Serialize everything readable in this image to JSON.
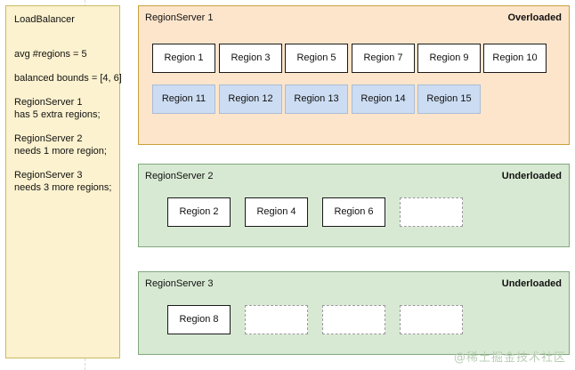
{
  "colors": {
    "sidebar_bg": "#fcf2cf",
    "sidebar_border": "#c9b961",
    "overloaded_bg": "#fce5cb",
    "overloaded_border": "#c9a13d",
    "underloaded_bg": "#d8e9d3",
    "underloaded_border": "#80a87b",
    "region_blue_bg": "#ccdcf2",
    "region_blue_border": "#a9bdd6",
    "region_solid_border": "#1a1a1a",
    "placeholder_border": "#9a9a9a",
    "watermark": "#b9cdb4"
  },
  "sidebar": {
    "title": "LoadBalancer",
    "paragraphs": [
      {
        "lines": [
          "avg #regions = 5"
        ]
      },
      {
        "lines": [
          "balanced bounds = [4, 6]"
        ]
      },
      {
        "lines": [
          "RegionServer 1",
          "has 5 extra regions;"
        ]
      },
      {
        "lines": [
          "RegionServer 2",
          "needs 1 more region;"
        ]
      },
      {
        "lines": [
          "RegionServer 3",
          "needs 3 more regions;"
        ]
      }
    ]
  },
  "panels": [
    {
      "title": "RegionServer 1",
      "status": "Overloaded",
      "rows": [
        {
          "regions": [
            {
              "label": "Region 1",
              "style": "solid"
            },
            {
              "label": "Region 3",
              "style": "solid"
            },
            {
              "label": "Region 5",
              "style": "solid"
            },
            {
              "label": "Region 7",
              "style": "solid"
            },
            {
              "label": "Region 9",
              "style": "solid"
            },
            {
              "label": "Region 10",
              "style": "solid"
            }
          ]
        },
        {
          "regions": [
            {
              "label": "Region 11",
              "style": "blue"
            },
            {
              "label": "Region 12",
              "style": "blue"
            },
            {
              "label": "Region 13",
              "style": "blue"
            },
            {
              "label": "Region 14",
              "style": "blue"
            },
            {
              "label": "Region 15",
              "style": "blue"
            }
          ]
        }
      ]
    },
    {
      "title": "RegionServer 2",
      "status": "Underloaded",
      "rows": [
        {
          "regions": [
            {
              "label": "Region 2",
              "style": "solid"
            },
            {
              "label": "Region 4",
              "style": "solid"
            },
            {
              "label": "Region 6",
              "style": "solid"
            },
            {
              "label": "",
              "style": "placeholder"
            }
          ]
        }
      ]
    },
    {
      "title": "RegionServer 3",
      "status": "Underloaded",
      "rows": [
        {
          "regions": [
            {
              "label": "Region 8",
              "style": "solid"
            },
            {
              "label": "",
              "style": "placeholder"
            },
            {
              "label": "",
              "style": "placeholder"
            },
            {
              "label": "",
              "style": "placeholder"
            }
          ]
        }
      ]
    }
  ],
  "watermark": "@稀土掘金技术社区"
}
